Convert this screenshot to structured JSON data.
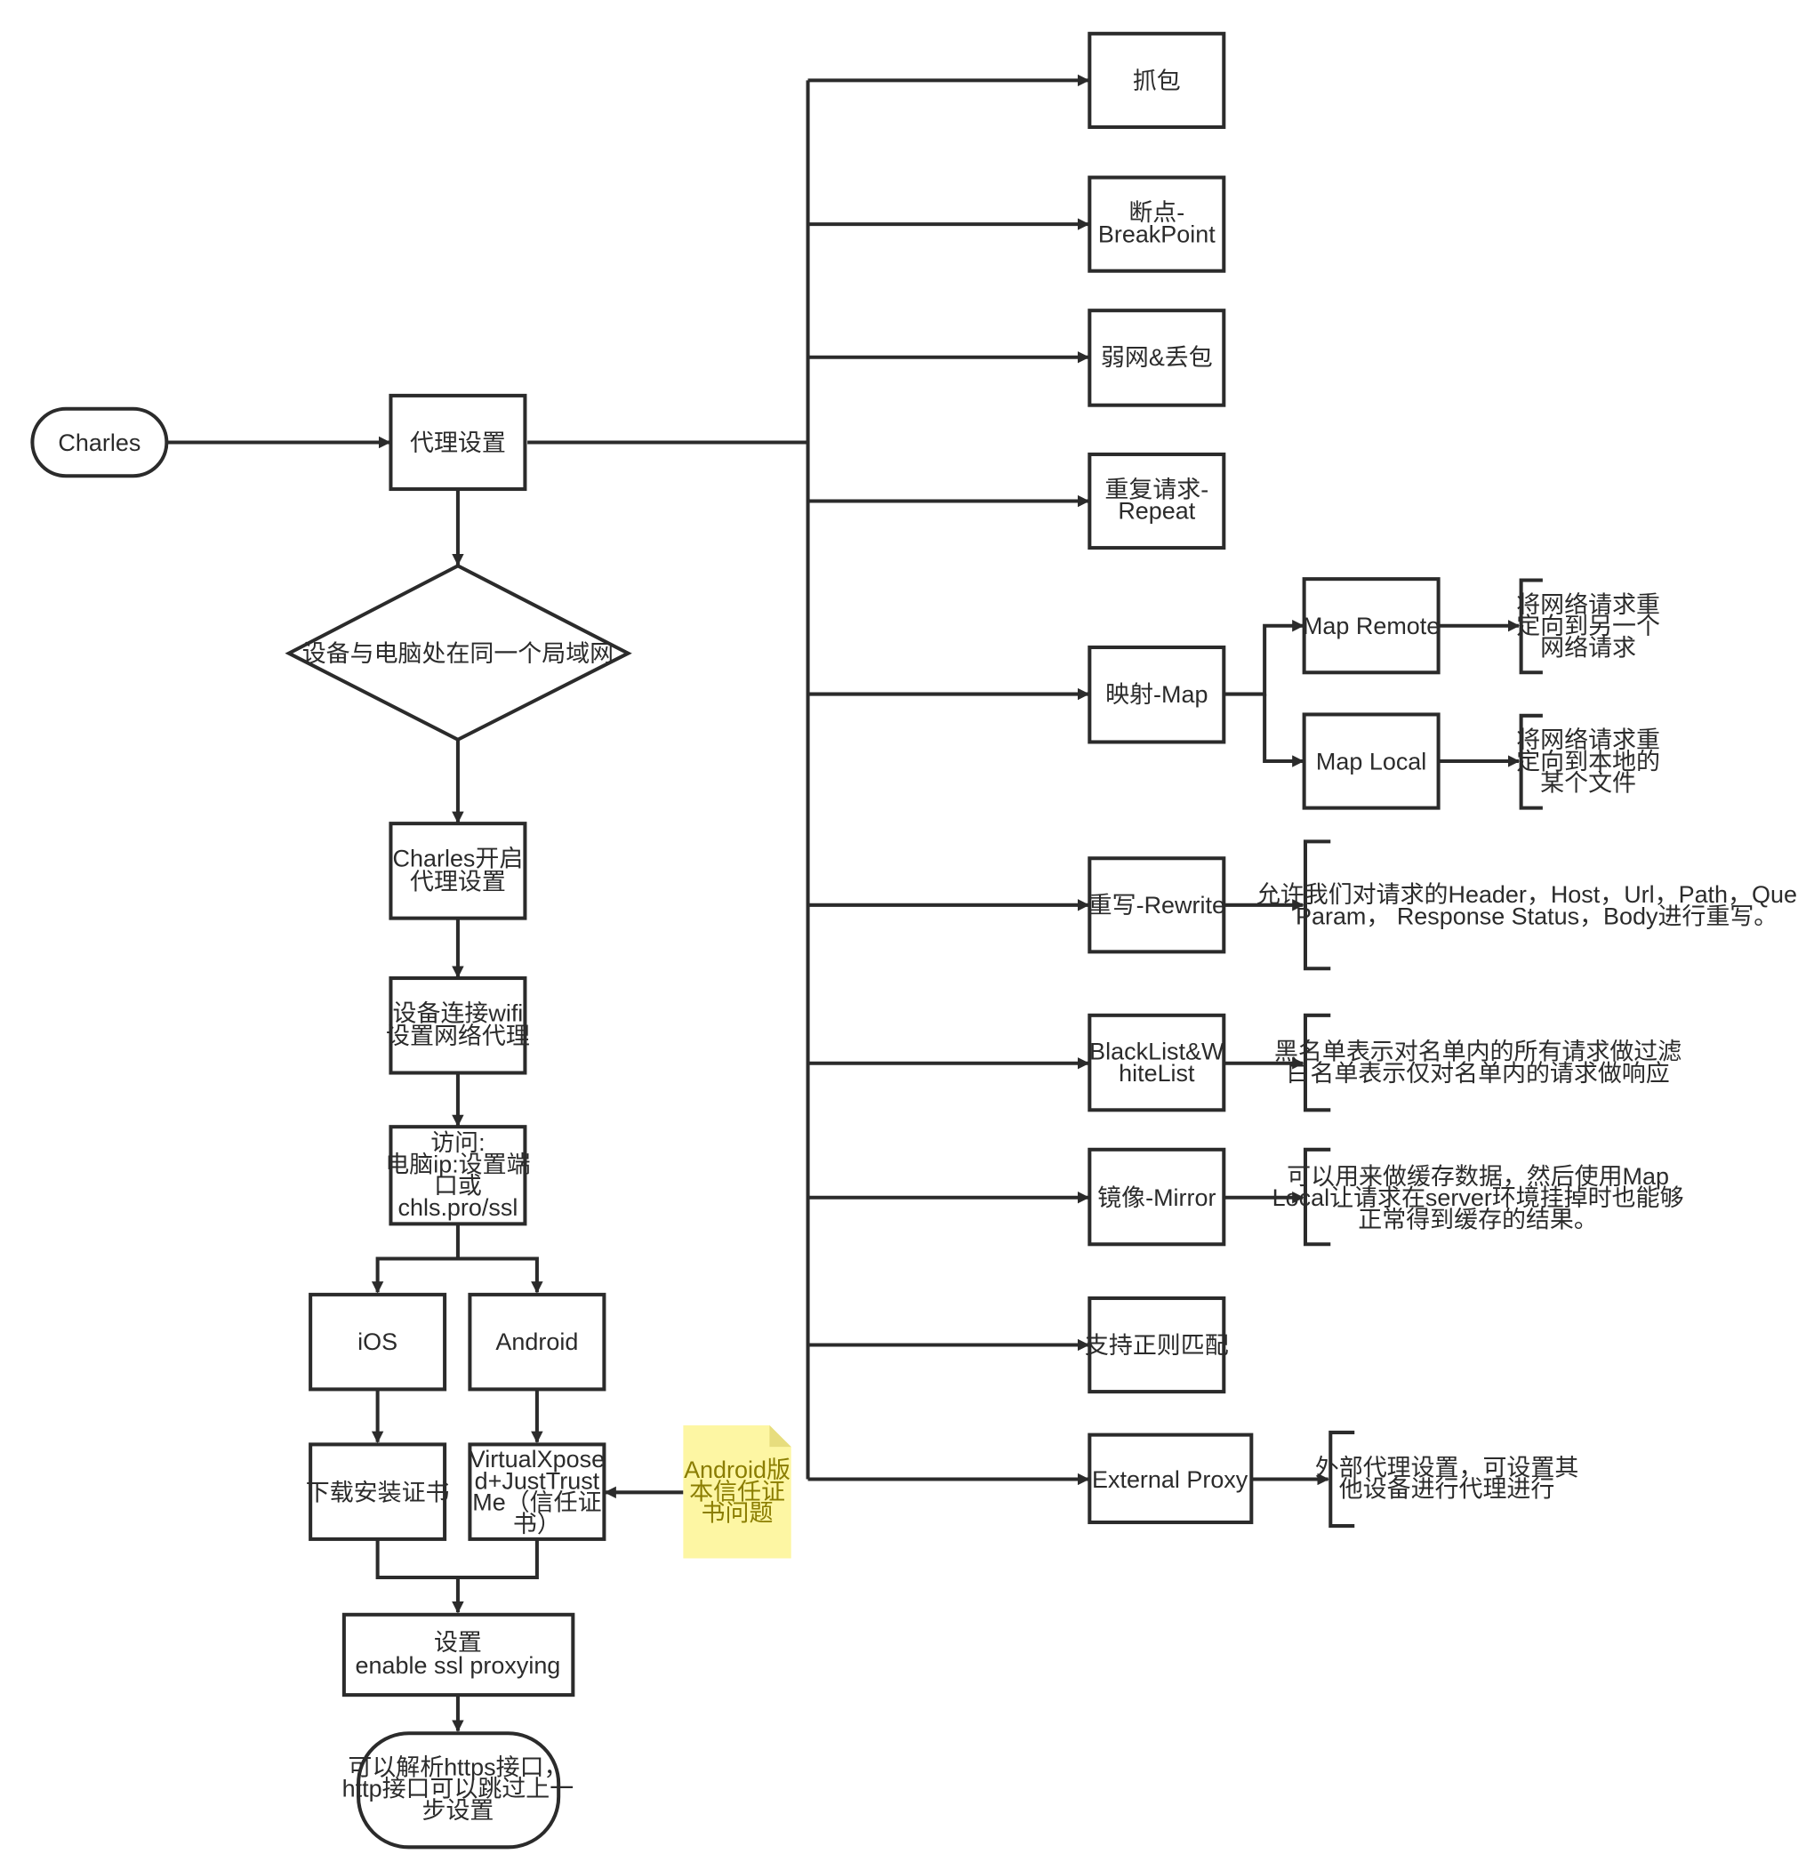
{
  "nodes": {
    "charles": "Charles",
    "proxy_settings": "代理设置",
    "same_lan": "设备与电脑处在同一个局域网",
    "enable_proxy": [
      "Charles开启",
      "代理设置"
    ],
    "device_wifi": [
      "设备连接wifi",
      "设置网络代理"
    ],
    "visit": [
      "访问:",
      "电脑ip:设置端",
      "口或",
      "chls.pro/ssl"
    ],
    "ios": "iOS",
    "android": "Android",
    "download_cert": "下载安装证书",
    "virtual_xposed": [
      "VirtualXpose",
      "d+JustTrust",
      "Me（信任证",
      "书）"
    ],
    "enable_ssl": [
      "设置",
      "enable ssl proxying"
    ],
    "result": [
      "可以解析https接口，",
      "http接口可以跳过上一",
      "步设置"
    ],
    "capture": "抓包",
    "breakpoint": [
      "断点-",
      "BreakPoint"
    ],
    "weak_network": "弱网&丢包",
    "repeat": [
      "重复请求-",
      "Repeat"
    ],
    "map": "映射-Map",
    "map_remote": "Map Remote",
    "map_local": "Map Local",
    "rewrite": "重写-Rewrite",
    "blacklist": [
      "BlackList&W",
      "hiteList"
    ],
    "mirror": "镜像-Mirror",
    "regex": "支持正则匹配",
    "external_proxy": "External Proxy"
  },
  "notes": {
    "android_note": [
      "Android版",
      "本信任证",
      "书问题"
    ]
  },
  "annotations": {
    "map_remote_desc": [
      "将网络请求重",
      "定向到另一个",
      "网络请求"
    ],
    "map_local_desc": [
      "将网络请求重",
      "定向到本地的",
      "某个文件"
    ],
    "rewrite_desc": [
      "允许我们对请求的Header，Host，Url，Path，Query",
      "Param， Response Status，Body进行重写。"
    ],
    "blacklist_desc": [
      "黑名单表示对名单内的所有请求做过滤",
      "白名单表示仅对名单内的请求做响应"
    ],
    "mirror_desc": [
      "可以用来做缓存数据，然后使用Map",
      "Local让请求在server环境挂掉时也能够",
      "正常得到缓存的结果。"
    ],
    "external_desc": [
      "外部代理设置，可设置其",
      "他设备进行代理进行"
    ]
  },
  "colors": {
    "stroke": "#2b2b2b",
    "note_fill": "#fdf6a3",
    "background": "#ffffff"
  }
}
